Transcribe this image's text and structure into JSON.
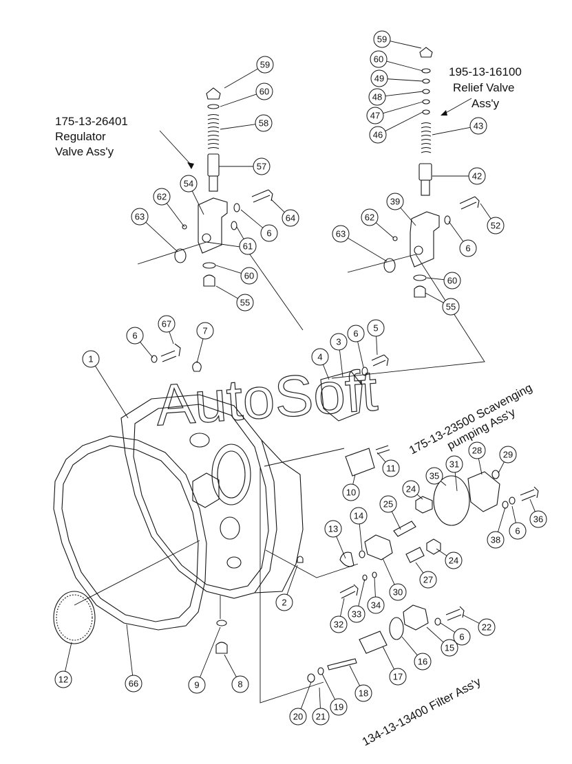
{
  "assemblies": {
    "regulator_valve": [
      "175-13-26401",
      "Regulator",
      "Valve Ass'y"
    ],
    "relief_valve": [
      "195-13-16100",
      "Relief Valve",
      "Ass'y"
    ],
    "scavenging_pump": [
      "175-13-23500 Scavenging",
      "pumping Ass'y"
    ],
    "filter": "134-13-13400 Filter Ass'y"
  },
  "watermark": "AutoSoft",
  "callouts": [
    {
      "id": "c59a",
      "label": "59"
    },
    {
      "id": "c60a",
      "label": "60"
    },
    {
      "id": "c58",
      "label": "58"
    },
    {
      "id": "c57",
      "label": "57"
    },
    {
      "id": "c54",
      "label": "54"
    },
    {
      "id": "c62a",
      "label": "62"
    },
    {
      "id": "c64",
      "label": "64"
    },
    {
      "id": "c63a",
      "label": "63"
    },
    {
      "id": "c6a",
      "label": "6"
    },
    {
      "id": "c61",
      "label": "61"
    },
    {
      "id": "c60b",
      "label": "60"
    },
    {
      "id": "c55a",
      "label": "55"
    },
    {
      "id": "c59b",
      "label": "59"
    },
    {
      "id": "c60c",
      "label": "60"
    },
    {
      "id": "c49",
      "label": "49"
    },
    {
      "id": "c48",
      "label": "48"
    },
    {
      "id": "c47",
      "label": "47"
    },
    {
      "id": "c46",
      "label": "46"
    },
    {
      "id": "c43",
      "label": "43"
    },
    {
      "id": "c42",
      "label": "42"
    },
    {
      "id": "c39",
      "label": "39"
    },
    {
      "id": "c62b",
      "label": "62"
    },
    {
      "id": "c52",
      "label": "52"
    },
    {
      "id": "c63b",
      "label": "63"
    },
    {
      "id": "c6b",
      "label": "6"
    },
    {
      "id": "c60d",
      "label": "60"
    },
    {
      "id": "c55b",
      "label": "55"
    },
    {
      "id": "c6c",
      "label": "6"
    },
    {
      "id": "c67",
      "label": "67"
    },
    {
      "id": "c7",
      "label": "7"
    },
    {
      "id": "c1",
      "label": "1"
    },
    {
      "id": "c4",
      "label": "4"
    },
    {
      "id": "c3",
      "label": "3"
    },
    {
      "id": "c6d",
      "label": "6"
    },
    {
      "id": "c5",
      "label": "5"
    },
    {
      "id": "c29",
      "label": "29"
    },
    {
      "id": "c28",
      "label": "28"
    },
    {
      "id": "c31",
      "label": "31"
    },
    {
      "id": "c35",
      "label": "35"
    },
    {
      "id": "c11",
      "label": "11"
    },
    {
      "id": "c10",
      "label": "10"
    },
    {
      "id": "c24a",
      "label": "24"
    },
    {
      "id": "c25",
      "label": "25"
    },
    {
      "id": "c14",
      "label": "14"
    },
    {
      "id": "c13",
      "label": "13"
    },
    {
      "id": "c36",
      "label": "36"
    },
    {
      "id": "c6e",
      "label": "6"
    },
    {
      "id": "c38",
      "label": "38"
    },
    {
      "id": "c24b",
      "label": "24"
    },
    {
      "id": "c27",
      "label": "27"
    },
    {
      "id": "c30",
      "label": "30"
    },
    {
      "id": "c2",
      "label": "2"
    },
    {
      "id": "c34",
      "label": "34"
    },
    {
      "id": "c33",
      "label": "33"
    },
    {
      "id": "c32",
      "label": "32"
    },
    {
      "id": "c22",
      "label": "22"
    },
    {
      "id": "c6f",
      "label": "6"
    },
    {
      "id": "c15",
      "label": "15"
    },
    {
      "id": "c16",
      "label": "16"
    },
    {
      "id": "c17",
      "label": "17"
    },
    {
      "id": "c18",
      "label": "18"
    },
    {
      "id": "c19",
      "label": "19"
    },
    {
      "id": "c20",
      "label": "20"
    },
    {
      "id": "c21",
      "label": "21"
    },
    {
      "id": "c9",
      "label": "9"
    },
    {
      "id": "c8",
      "label": "8"
    },
    {
      "id": "c12",
      "label": "12"
    },
    {
      "id": "c66",
      "label": "66"
    }
  ]
}
